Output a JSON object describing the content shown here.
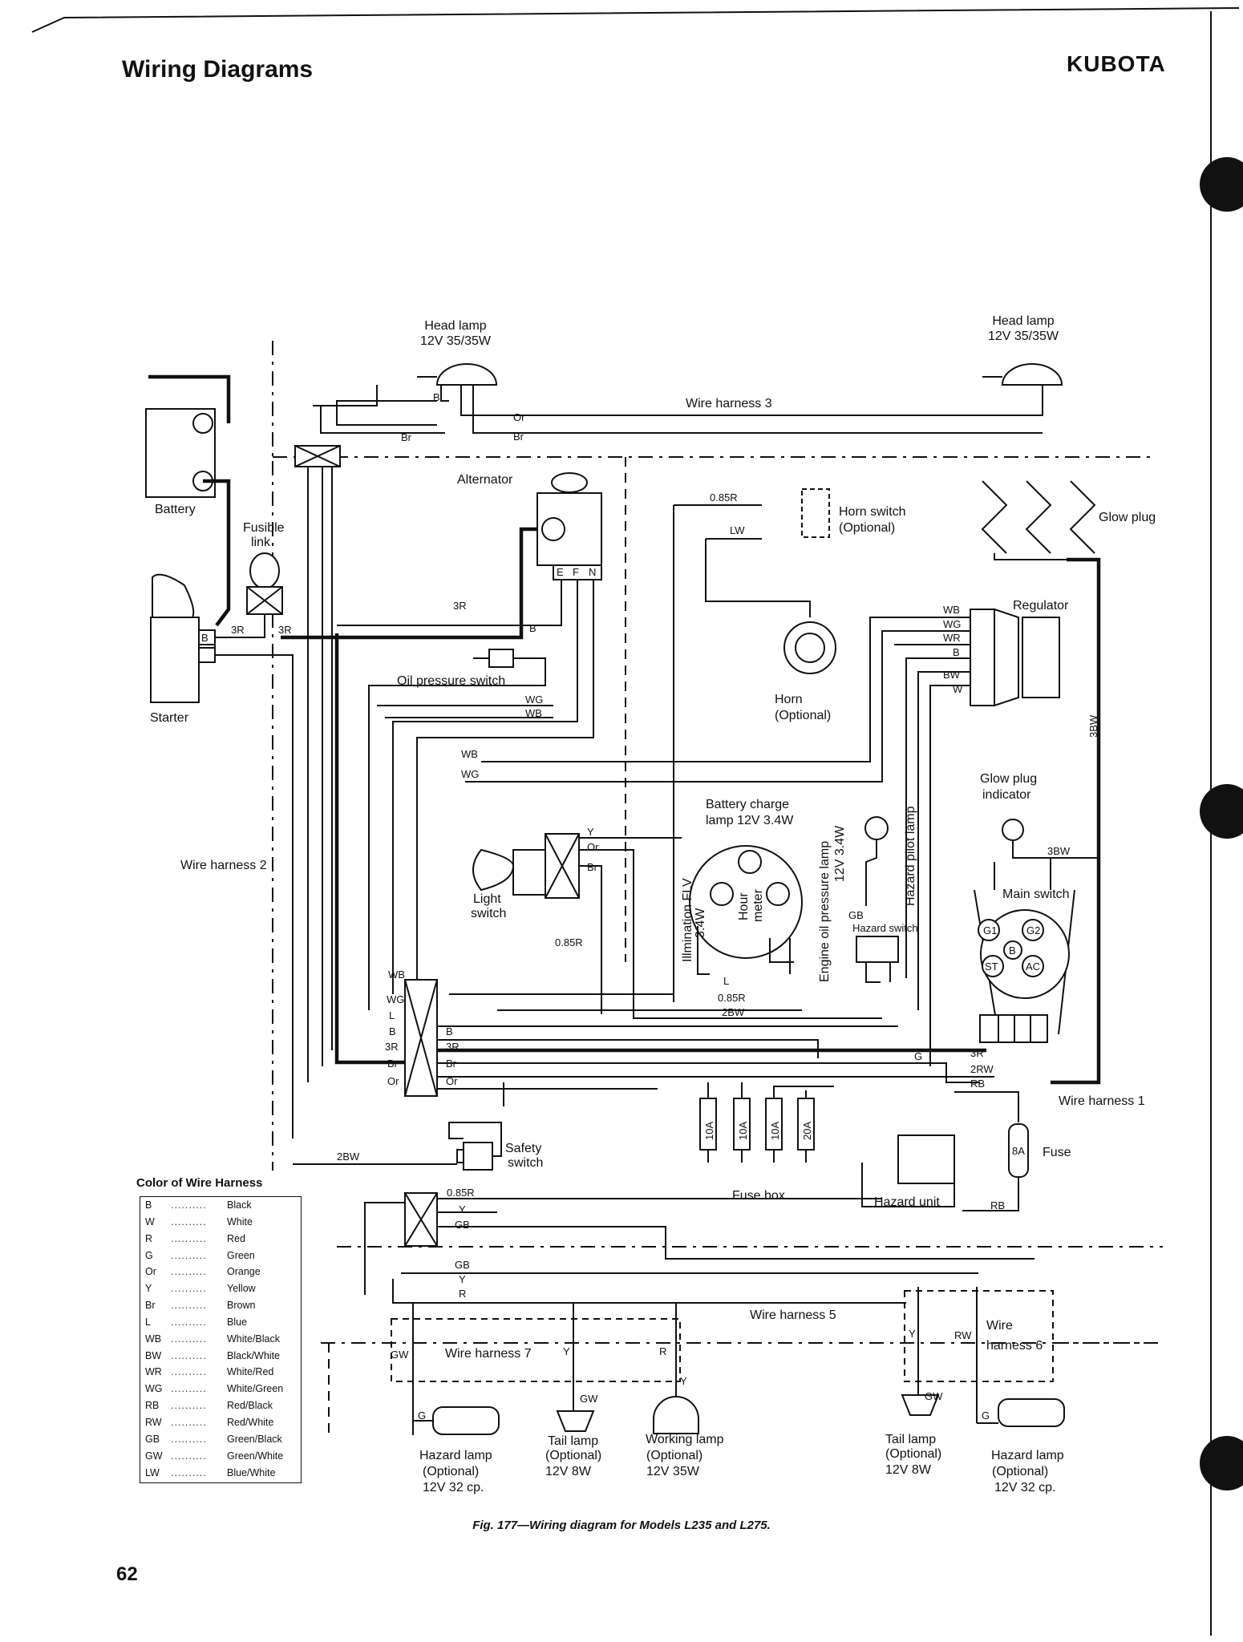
{
  "page": {
    "title": "Wiring Diagrams",
    "brand": "KUBOTA",
    "caption": "Fig. 177—Wiring diagram for Models L235 and L275.",
    "page_number": "62"
  },
  "components": {
    "head_lamp_left": [
      "Head lamp",
      "12V 35/35W"
    ],
    "head_lamp_right": [
      "Head lamp",
      "12V 35/35W"
    ],
    "battery": "Battery",
    "fusible_link": [
      "Fusible",
      "link"
    ],
    "starter": "Starter",
    "alternator": "Alternator",
    "alternator_terminals": [
      "E",
      "F",
      "N"
    ],
    "oil_pressure_switch": "Oil pressure switch",
    "horn_switch": [
      "Horn switch",
      "(Optional)"
    ],
    "horn": [
      "Horn",
      "(Optional)"
    ],
    "glow_plug": "Glow plug",
    "regulator": "Regulator",
    "glow_plug_indicator": [
      "Glow plug",
      "indicator"
    ],
    "main_switch": "Main switch",
    "main_switch_terminals": [
      "G1",
      "G2",
      "B",
      "ST",
      "AC"
    ],
    "battery_charge_lamp": [
      "Battery charge",
      "lamp 12V 3.4W"
    ],
    "illumination_lamp": [
      "Illmination FLV",
      "3.4W"
    ],
    "hour_meter": [
      "Hour",
      "meter"
    ],
    "engine_oil_pressure_lamp": [
      "Engine oil pressure lamp",
      "12V 3.4W"
    ],
    "hazard_pilot_lamp": "Hazard pilot lamp",
    "hazard_switch": "Hazard switch",
    "light_switch": [
      "Light",
      "switch"
    ],
    "safety_switch": [
      "Safety",
      "switch"
    ],
    "fuse_box": "Fuse box",
    "fuses": [
      "10A",
      "10A",
      "10A",
      "20A"
    ],
    "hazard_unit": "Hazard unit",
    "fuse": "Fuse",
    "fuse_rating": "8A",
    "tail_lamp_left": [
      "Tail lamp",
      "(Optional)",
      "12V 8W"
    ],
    "tail_lamp_right": [
      "Tail lamp",
      "(Optional)",
      "12V 8W"
    ],
    "working_lamp": [
      "Working lamp",
      "(Optional)",
      "12V 35W"
    ],
    "hazard_lamp_left": [
      "Hazard lamp",
      "(Optional)",
      "12V 32 cp."
    ],
    "hazard_lamp_right": [
      "Hazard lamp",
      "(Optional)",
      "12V 32 cp."
    ]
  },
  "harnesses": {
    "h1": "Wire harness 1",
    "h2": "Wire harness 2",
    "h3": "Wire harness 3",
    "h5": "Wire harness 5",
    "h6": [
      "Wire",
      "harness 6"
    ],
    "h7": "Wire harness 7"
  },
  "wire_labels": {
    "or": "Or",
    "br": "Br",
    "b": "B",
    "y": "Y",
    "r": "R",
    "g": "G",
    "l": "L",
    "w": "W",
    "wb": "WB",
    "wg": "WG",
    "wr": "WR",
    "bw": "BW",
    "gb": "GB",
    "gw": "GW",
    "rw": "RW",
    "rb": "RB",
    "r3": "3R",
    "r085": "0.85R",
    "bw2": "2BW",
    "bw3": "3BW",
    "rw2": "2RW",
    "lw": "LW"
  },
  "legend": {
    "title": "Color of Wire Harness",
    "entries": [
      {
        "code": "B",
        "name": "Black"
      },
      {
        "code": "W",
        "name": "White"
      },
      {
        "code": "R",
        "name": "Red"
      },
      {
        "code": "G",
        "name": "Green"
      },
      {
        "code": "Or",
        "name": "Orange"
      },
      {
        "code": "Y",
        "name": "Yellow"
      },
      {
        "code": "Br",
        "name": "Brown"
      },
      {
        "code": "L",
        "name": "Blue"
      },
      {
        "code": "WB",
        "name": "White/Black"
      },
      {
        "code": "BW",
        "name": "Black/White"
      },
      {
        "code": "WR",
        "name": "White/Red"
      },
      {
        "code": "WG",
        "name": "White/Green"
      },
      {
        "code": "RB",
        "name": "Red/Black"
      },
      {
        "code": "RW",
        "name": "Red/White"
      },
      {
        "code": "GB",
        "name": "Green/Black"
      },
      {
        "code": "GW",
        "name": "Green/White"
      },
      {
        "code": "LW",
        "name": "Blue/White"
      }
    ]
  }
}
